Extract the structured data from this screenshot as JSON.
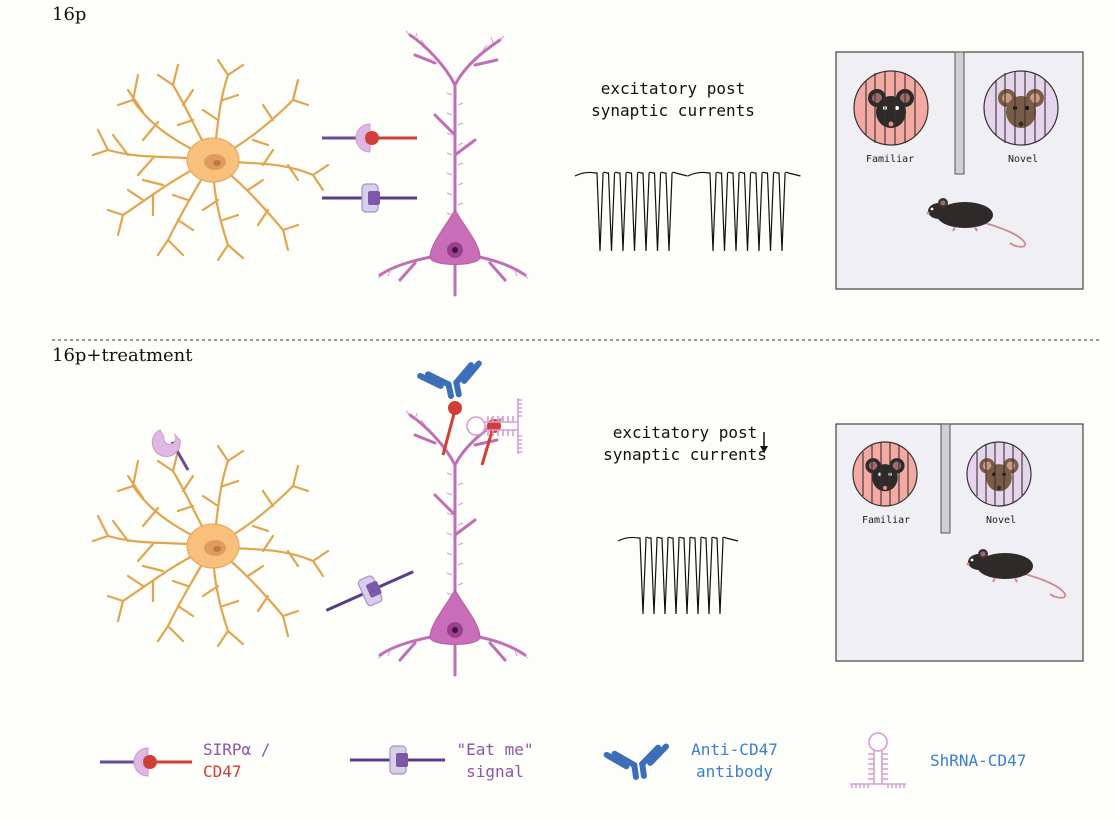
{
  "panels": {
    "top": {
      "label": "16p",
      "epsc_line1": "excitatory post",
      "epsc_line2": "synaptic currents",
      "cage": {
        "familiar_label": "Familiar",
        "novel_label": "Novel"
      }
    },
    "bottom": {
      "label": "16p+treatment",
      "epsc_line1": "excitatory post",
      "epsc_line2": "synaptic currents",
      "epsc_trend": "decreased",
      "cage": {
        "familiar_label": "Familiar",
        "novel_label": "Novel"
      }
    }
  },
  "legend": {
    "sirp": {
      "line1": "SIRPα /",
      "line2": "CD47"
    },
    "eatme": {
      "line1": "\"Eat me\"",
      "line2": "signal"
    },
    "antibody": {
      "line1": "Anti-CD47",
      "line2": "antibody"
    },
    "shrna": {
      "line1": "ShRNA-CD47"
    }
  },
  "colors": {
    "astrocyte": "#e2a54f",
    "astrocyte_body": "#f8c07a",
    "neuron": "#c06fb6",
    "neuron_body": "#c96db8",
    "sirp": "#e0b6e2",
    "cd47": "#d13e37",
    "eatme": "#7a5aa8",
    "antibody": "#3c6fb8",
    "shrna": "#d79ed6",
    "legend_sirp_text": "#8e55a8",
    "legend_cd47_text": "#d13e37",
    "legend_blue_text": "#3c7fcf",
    "familiar_circle": "#f4aaa2",
    "novel_circle": "#e6d4ec",
    "cage_bg": "#efeff4",
    "mouse_dark": "#2e2a2a",
    "mouse_brown": "#7a5c44"
  }
}
